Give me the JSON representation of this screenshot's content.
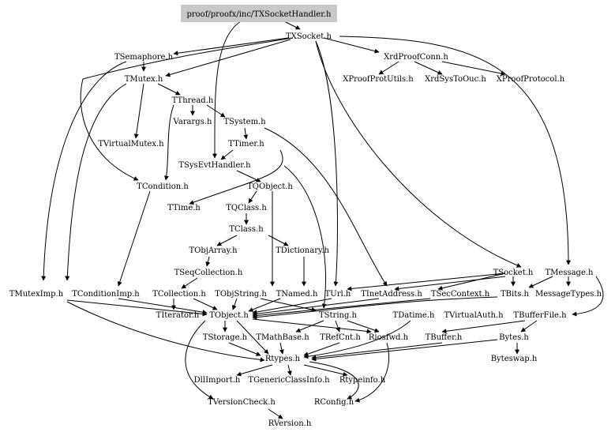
{
  "graph": {
    "root": "proof/proofx/inc/TXSocketHandler.h",
    "nodes": [
      "proof/proofx/inc/TXSocketHandler.h",
      "TXSocket.h",
      "TSemaphore.h",
      "XrdProofConn.h",
      "TMutex.h",
      "XProofProtUtils.h",
      "XrdSysToOuc.h",
      "XProofProtocol.h",
      "TThread.h",
      "Varargs.h",
      "TSystem.h",
      "TVirtualMutex.h",
      "TTimer.h",
      "TSysEvtHandler.h",
      "TCondition.h",
      "TQObject.h",
      "TTime.h",
      "TQClass.h",
      "TClass.h",
      "TObjArray.h",
      "TDictionary.h",
      "TSeqCollection.h",
      "TSocket.h",
      "TMessage.h",
      "TMutexImp.h",
      "TConditionImp.h",
      "TCollection.h",
      "TObjString.h",
      "TNamed.h",
      "TUrl.h",
      "TInetAddress.h",
      "TSecContext.h",
      "TBits.h",
      "MessageTypes.h",
      "TIterator.h",
      "TObject.h",
      "TString.h",
      "TDatime.h",
      "TVirtualAuth.h",
      "TBufferFile.h",
      "TStorage.h",
      "TMathBase.h",
      "TRefCnt.h",
      "Riosfwd.h",
      "TBuffer.h",
      "Bytes.h",
      "Rtypes.h",
      "Byteswap.h",
      "DllImport.h",
      "TGenericClassInfo.h",
      "Rtypeinfo.h",
      "TVersionCheck.h",
      "RConfig.h",
      "RVersion.h"
    ]
  }
}
